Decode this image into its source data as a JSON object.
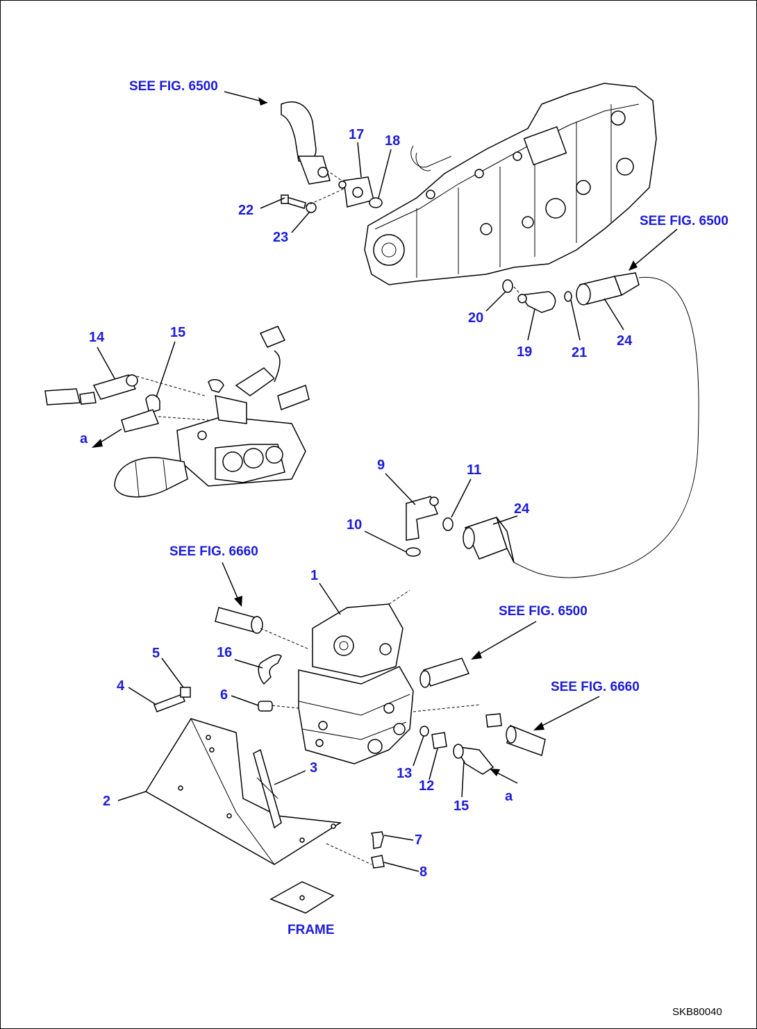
{
  "callouts": {
    "see_fig_6500_top": "SEE FIG. 6500",
    "see_fig_6500_right": "SEE FIG. 6500",
    "see_fig_6660_top": "SEE FIG. 6660",
    "see_fig_6500_mid": "SEE FIG. 6500",
    "see_fig_6660_right": "SEE FIG. 6660",
    "frame": "FRAME",
    "conn_a_left": "a",
    "conn_a_right": "a"
  },
  "parts": {
    "p1": "1",
    "p2": "2",
    "p3": "3",
    "p4": "4",
    "p5": "5",
    "p6": "6",
    "p7": "7",
    "p8": "8",
    "p9": "9",
    "p10": "10",
    "p11": "11",
    "p12": "12",
    "p13": "13",
    "p14": "14",
    "p15a": "15",
    "p15b": "15",
    "p16": "16",
    "p17": "17",
    "p18": "18",
    "p19": "19",
    "p20": "20",
    "p21": "21",
    "p22": "22",
    "p23": "23",
    "p24a": "24",
    "p24b": "24"
  },
  "drawing_ref": "SKB80040"
}
